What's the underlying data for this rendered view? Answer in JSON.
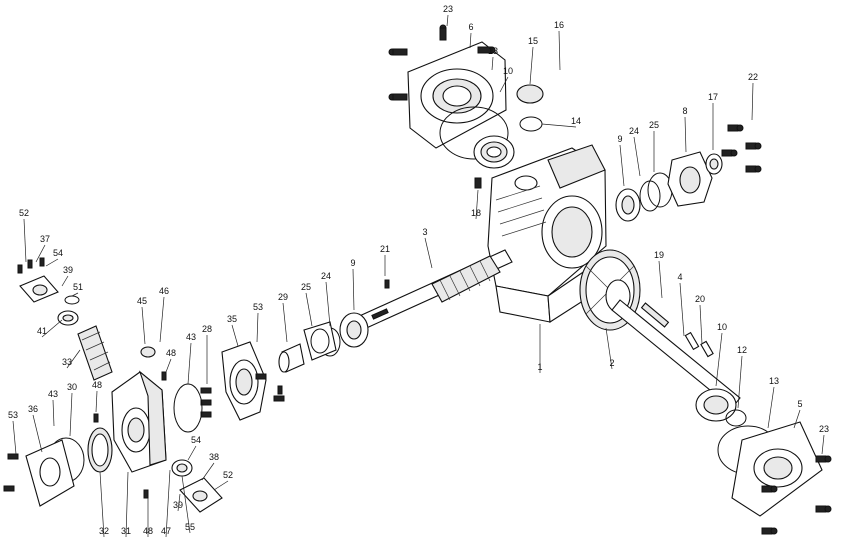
{
  "labels": [
    "23",
    "6",
    "13",
    "10",
    "15",
    "16",
    "14",
    "22",
    "17",
    "8",
    "25",
    "24",
    "9",
    "18",
    "3",
    "21",
    "9",
    "24",
    "25",
    "29",
    "53",
    "35",
    "28",
    "43",
    "46",
    "45",
    "48",
    "52",
    "37",
    "54",
    "39",
    "51",
    "41",
    "33",
    "48",
    "30",
    "43",
    "36",
    "53",
    "32",
    "31",
    "48",
    "47",
    "55",
    "39",
    "52",
    "38",
    "54",
    "1",
    "2",
    "19",
    "4",
    "20",
    "10",
    "12",
    "13",
    "5",
    "23"
  ],
  "colors": {
    "line": "#111111",
    "background": "#ffffff"
  }
}
